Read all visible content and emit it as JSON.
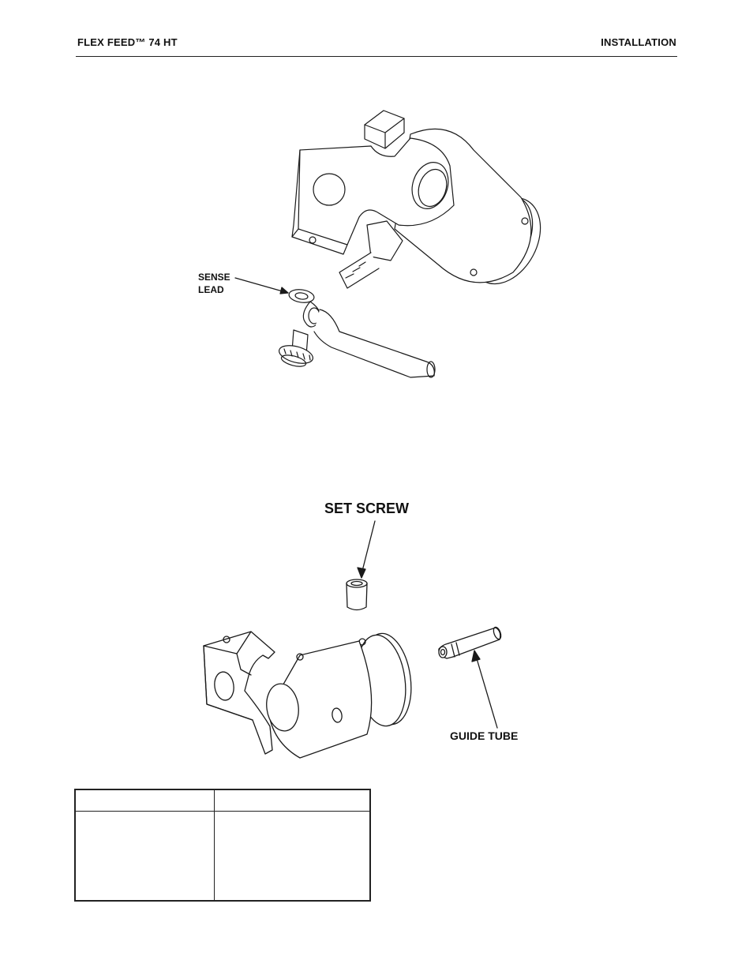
{
  "header": {
    "left": "FLEX FEED™ 74 HT",
    "right": "INSTALLATION"
  },
  "figure1": {
    "label_line1": "SENSE",
    "label_line2": "LEAD"
  },
  "figure2": {
    "set_screw_label": "SET SCREW",
    "guide_tube_label": "GUIDE TUBE"
  },
  "table": {
    "headers": [
      "",
      ""
    ],
    "rows": [
      [
        "",
        ""
      ]
    ]
  }
}
